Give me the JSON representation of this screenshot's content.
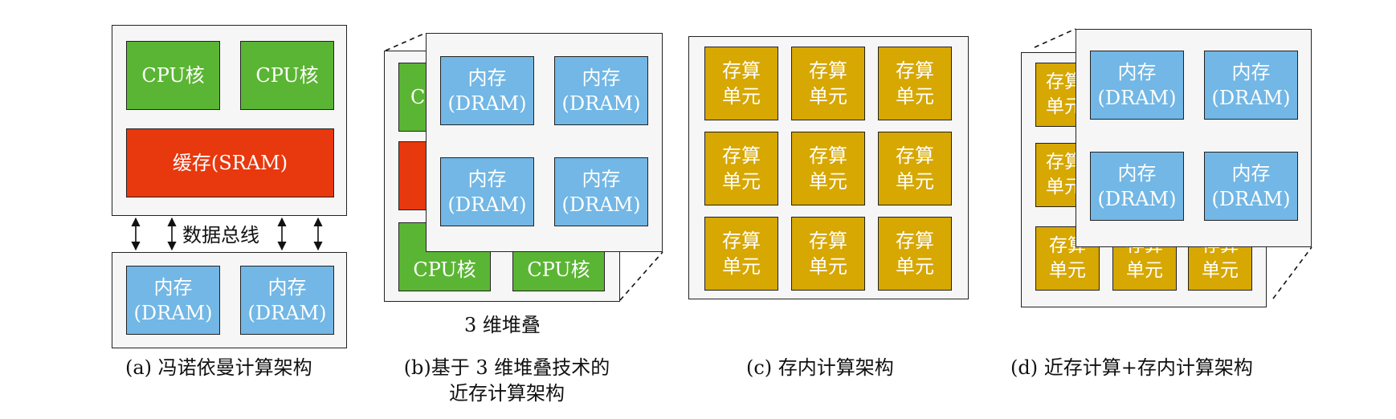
{
  "a": {
    "cpu_core": "CPU核",
    "cache": "缓存(SRAM)",
    "bus": "数据总线",
    "dram_line1": "内存",
    "dram_line2": "(DRAM)",
    "caption": "(a) 冯诺依曼计算架构"
  },
  "b": {
    "dram_line1": "内存",
    "dram_line2": "(DRAM)",
    "cpu_core": "CPU核",
    "cpu_fragment": "C",
    "stack_label": "3 维堆叠",
    "caption_line1": "(b)基于 3 维堆叠技术的",
    "caption_line2": "近存计算架构"
  },
  "c": {
    "cell_line1": "存算",
    "cell_line2": "单元",
    "caption": "(c) 存内计算架构"
  },
  "d": {
    "dram_line1": "内存",
    "dram_line2": "(DRAM)",
    "cell_line1": "存算",
    "cell_line2": "单元",
    "caption": "(d) 近存计算+存内计算架构"
  },
  "colors": {
    "cpu": "#5bb534",
    "sram": "#e8380e",
    "dram": "#72b7e5",
    "pim": "#d7a702",
    "panel": "#f6f6f6"
  }
}
